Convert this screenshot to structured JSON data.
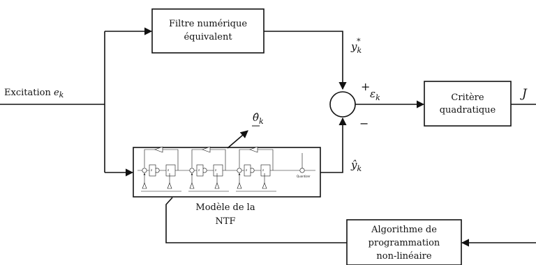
{
  "blocks": {
    "filter": {
      "line1": "Filtre numérique",
      "line2": "équivalent"
    },
    "criterion": {
      "line1": "Critère",
      "line2": "quadratique"
    },
    "algorithm": {
      "line1": "Algorithme de",
      "line2": "programmation",
      "line3": "non-linéaire"
    }
  },
  "model": {
    "caption_line1": "Modèle de la",
    "caption_line2": "NTF",
    "inner_label": "Quantizer"
  },
  "signals": {
    "excitation_text": "Excitation ",
    "excitation_var": "e",
    "excitation_sub": "k",
    "y_star_var": "y",
    "y_star_sub": "k",
    "y_star_sup": "*",
    "y_hat_var": "ŷ",
    "y_hat_sub": "k",
    "theta_var": "θ̂",
    "theta_sub": "k",
    "epsilon_var": "ε",
    "epsilon_sub": "k",
    "J_var": "J",
    "plus_sign": "+",
    "minus_sign": "−"
  }
}
